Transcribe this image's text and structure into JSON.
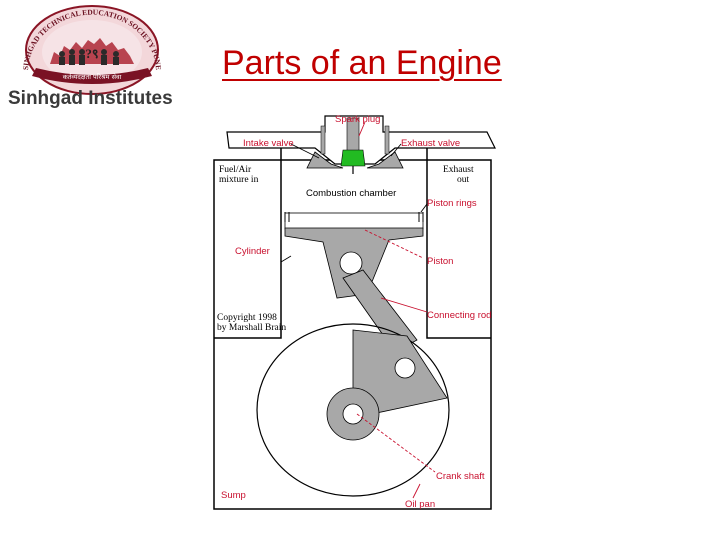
{
  "header": {
    "logo_arc_text": "SINHGAD TECHNICAL EDUCATION SOCIETY PUNE",
    "logo_ribbon_text": "कर्तव्यदक्षता परिश्रम सेवा",
    "logo_name": "Sinhgad Institutes"
  },
  "title": "Parts of an Engine",
  "diagram": {
    "labels": {
      "spark_plug": "Spark plug",
      "intake_valve": "Intake valve",
      "exhaust_valve": "Exhaust valve",
      "fuel_air_1": "Fuel/Air",
      "fuel_air_2": "mixture in",
      "exhaust_out_1": "Exhaust",
      "exhaust_out_2": "out",
      "combustion_chamber": "Combustion chamber",
      "piston_rings": "Piston rings",
      "cylinder": "Cylinder",
      "piston": "Piston",
      "connecting_rod": "Connecting rod",
      "copyright_1": "Copyright 1998",
      "copyright_2": "by Marshall Brain",
      "crank_shaft": "Crank shaft",
      "sump": "Sump",
      "oil_pan": "Oil pan"
    },
    "colors": {
      "label": "#c8102e",
      "metal": "#a8a8a8",
      "spark_plug": "#22bb22"
    }
  }
}
